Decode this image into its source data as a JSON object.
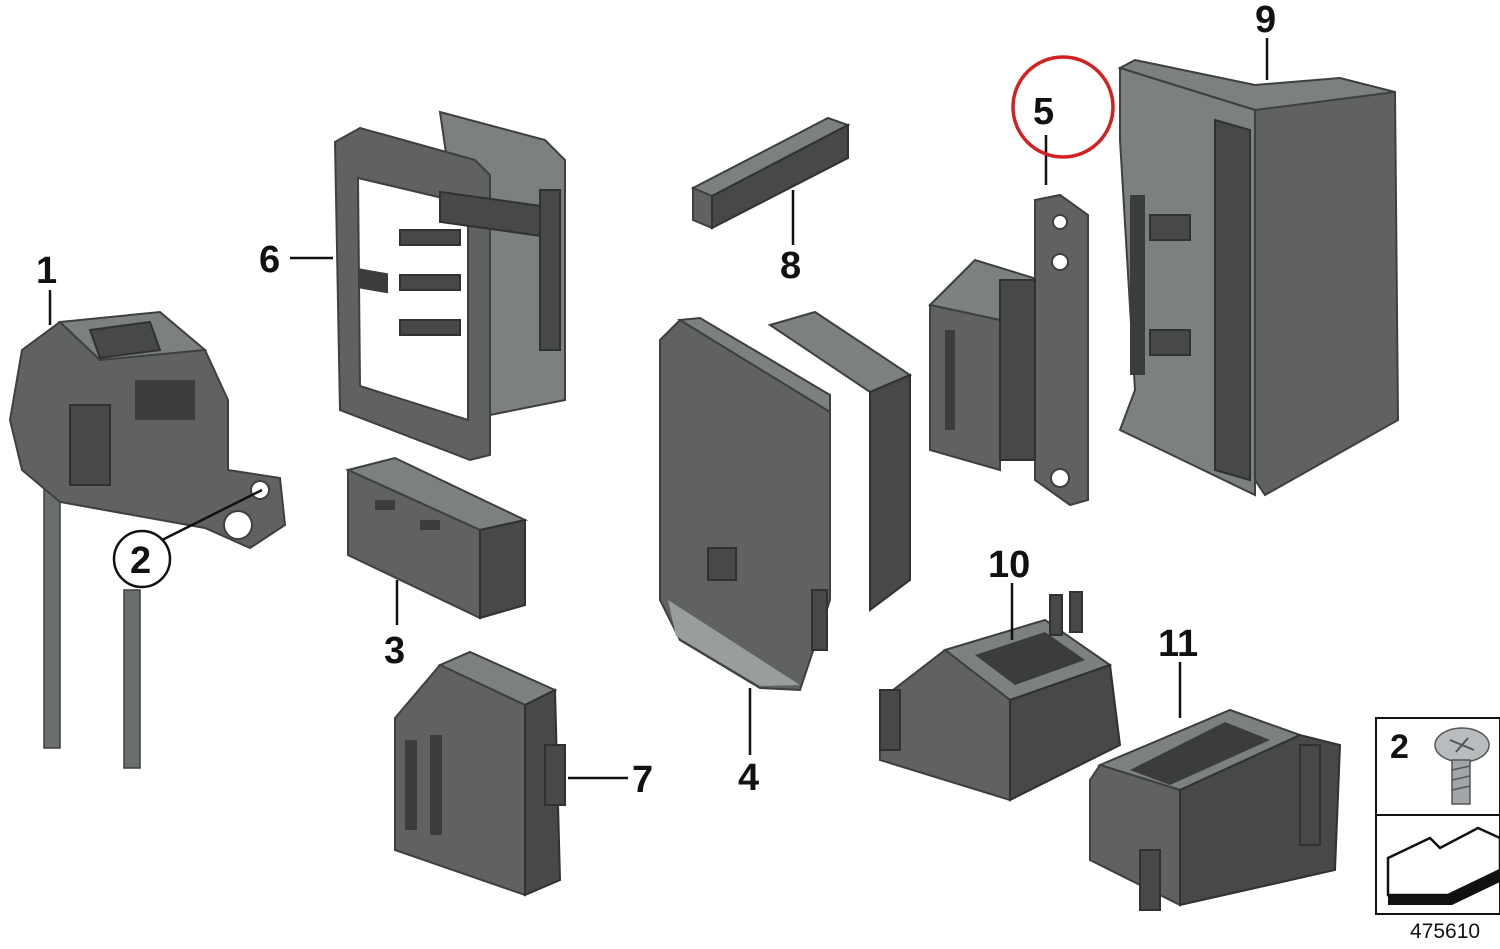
{
  "callouts": {
    "c1": "1",
    "c2": "2",
    "c3": "3",
    "c4": "4",
    "c5": "5",
    "c6": "6",
    "c7": "7",
    "c8": "8",
    "c9": "9",
    "c10": "10",
    "c11": "11"
  },
  "legend_box": {
    "screw_label": "2",
    "reference_number": "475610"
  },
  "highlight": {
    "target": "5",
    "color": "#d42020"
  },
  "colors": {
    "part": "#5f6162",
    "outline": "#3d3f40",
    "background": "#ffffff"
  }
}
